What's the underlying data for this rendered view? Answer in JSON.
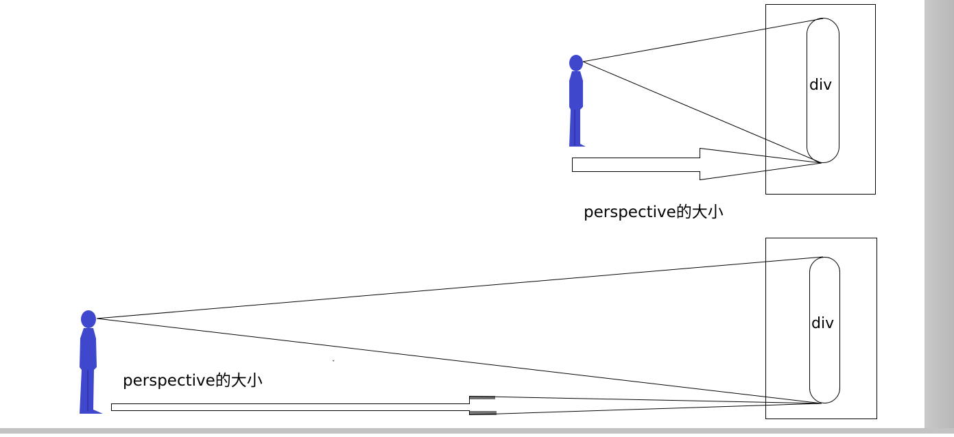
{
  "colors": {
    "figure": "#3f48cc",
    "figure_dark": "#2a32a8",
    "line": "#000000",
    "background": "#ffffff",
    "scrollbar": "#c3c3c3"
  },
  "top_diagram": {
    "box_label": "div",
    "distance_label": "perspective的大小"
  },
  "bottom_diagram": {
    "box_label": "div",
    "distance_label": "perspective的大小"
  },
  "marks": {
    "stray_mark": "ˇ"
  }
}
